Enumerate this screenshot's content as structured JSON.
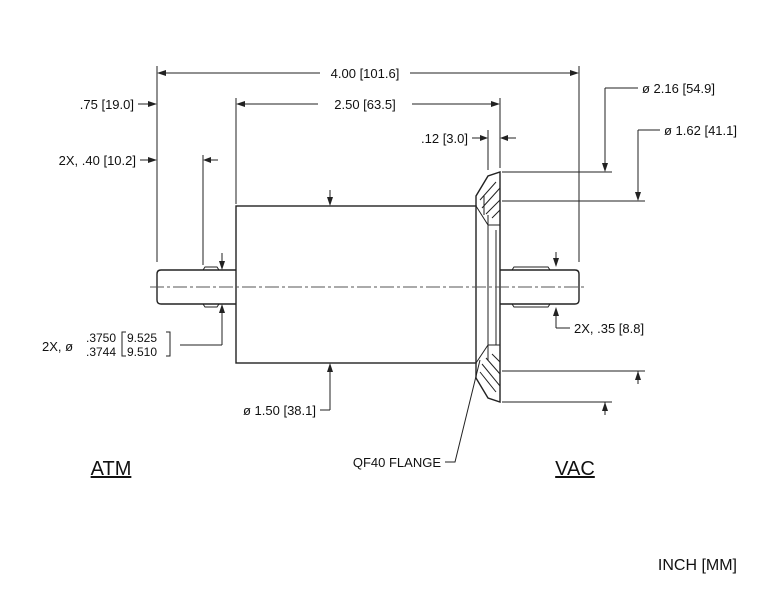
{
  "dimensions": {
    "overall": "4.00 [101.6]",
    "atm_shaft": ".75 [19.0]",
    "body": "2.50 [63.5]",
    "flange_thk": ".12 [3.0]",
    "flange_od": "ø 2.16 [54.9]",
    "flange_id": "ø 1.62 [41.1]",
    "groove_atm": "2X, .40 [10.2]",
    "shaft_prefix": "2X, ø",
    "shaft_max_in": ".3750",
    "shaft_min_in": ".3744",
    "shaft_max_mm": "9.525",
    "shaft_min_mm": "9.510",
    "groove_vac": "2X, .35 [8.8]",
    "body_dia": "ø 1.50 [38.1]"
  },
  "labels": {
    "flange": "QF40 FLANGE",
    "atm": "ATM",
    "vac": "VAC",
    "units": "INCH [MM]"
  }
}
